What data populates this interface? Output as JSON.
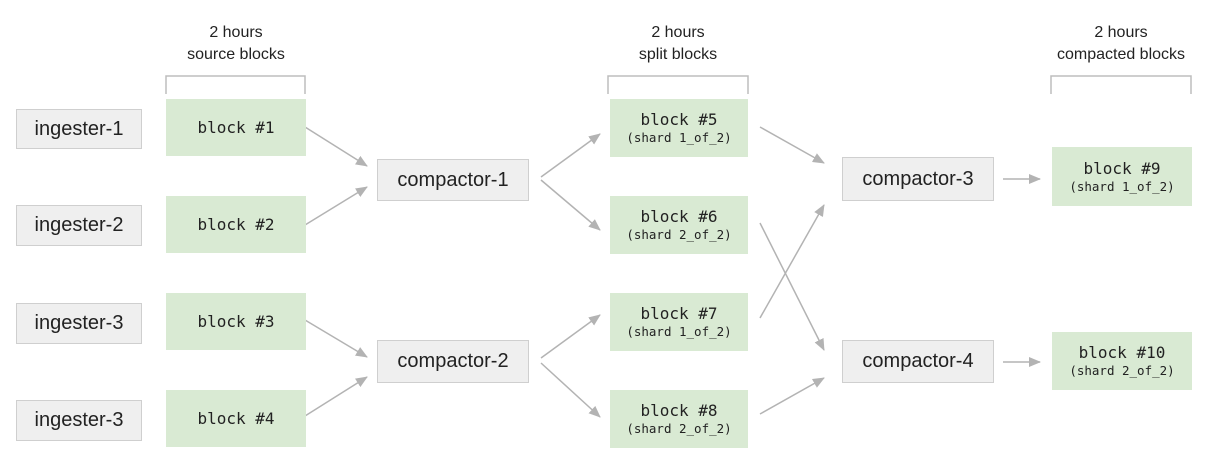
{
  "headers": {
    "source": {
      "line1": "2 hours",
      "line2": "source blocks"
    },
    "split": {
      "line1": "2 hours",
      "line2": "split blocks"
    },
    "compacted": {
      "line1": "2 hours",
      "line2": "compacted blocks"
    }
  },
  "ingesters": [
    "ingester-1",
    "ingester-2",
    "ingester-3",
    "ingester-3"
  ],
  "source_blocks": [
    "block #1",
    "block #2",
    "block #3",
    "block #4"
  ],
  "compactors": [
    "compactor-1",
    "compactor-2",
    "compactor-3",
    "compactor-4"
  ],
  "split_blocks": [
    {
      "title": "block #5",
      "shard": "(shard 1_of_2)"
    },
    {
      "title": "block #6",
      "shard": "(shard 2_of_2)"
    },
    {
      "title": "block #7",
      "shard": "(shard 1_of_2)"
    },
    {
      "title": "block #8",
      "shard": "(shard 2_of_2)"
    }
  ],
  "compacted_blocks": [
    {
      "title": "block #9",
      "shard": "(shard 1_of_2)"
    },
    {
      "title": "block #10",
      "shard": "(shard 2_of_2)"
    }
  ],
  "colors": {
    "node_fill": "#efefef",
    "node_border": "#cfcfcf",
    "block_fill": "#d9ead3",
    "arrow": "#b3b3b3"
  }
}
